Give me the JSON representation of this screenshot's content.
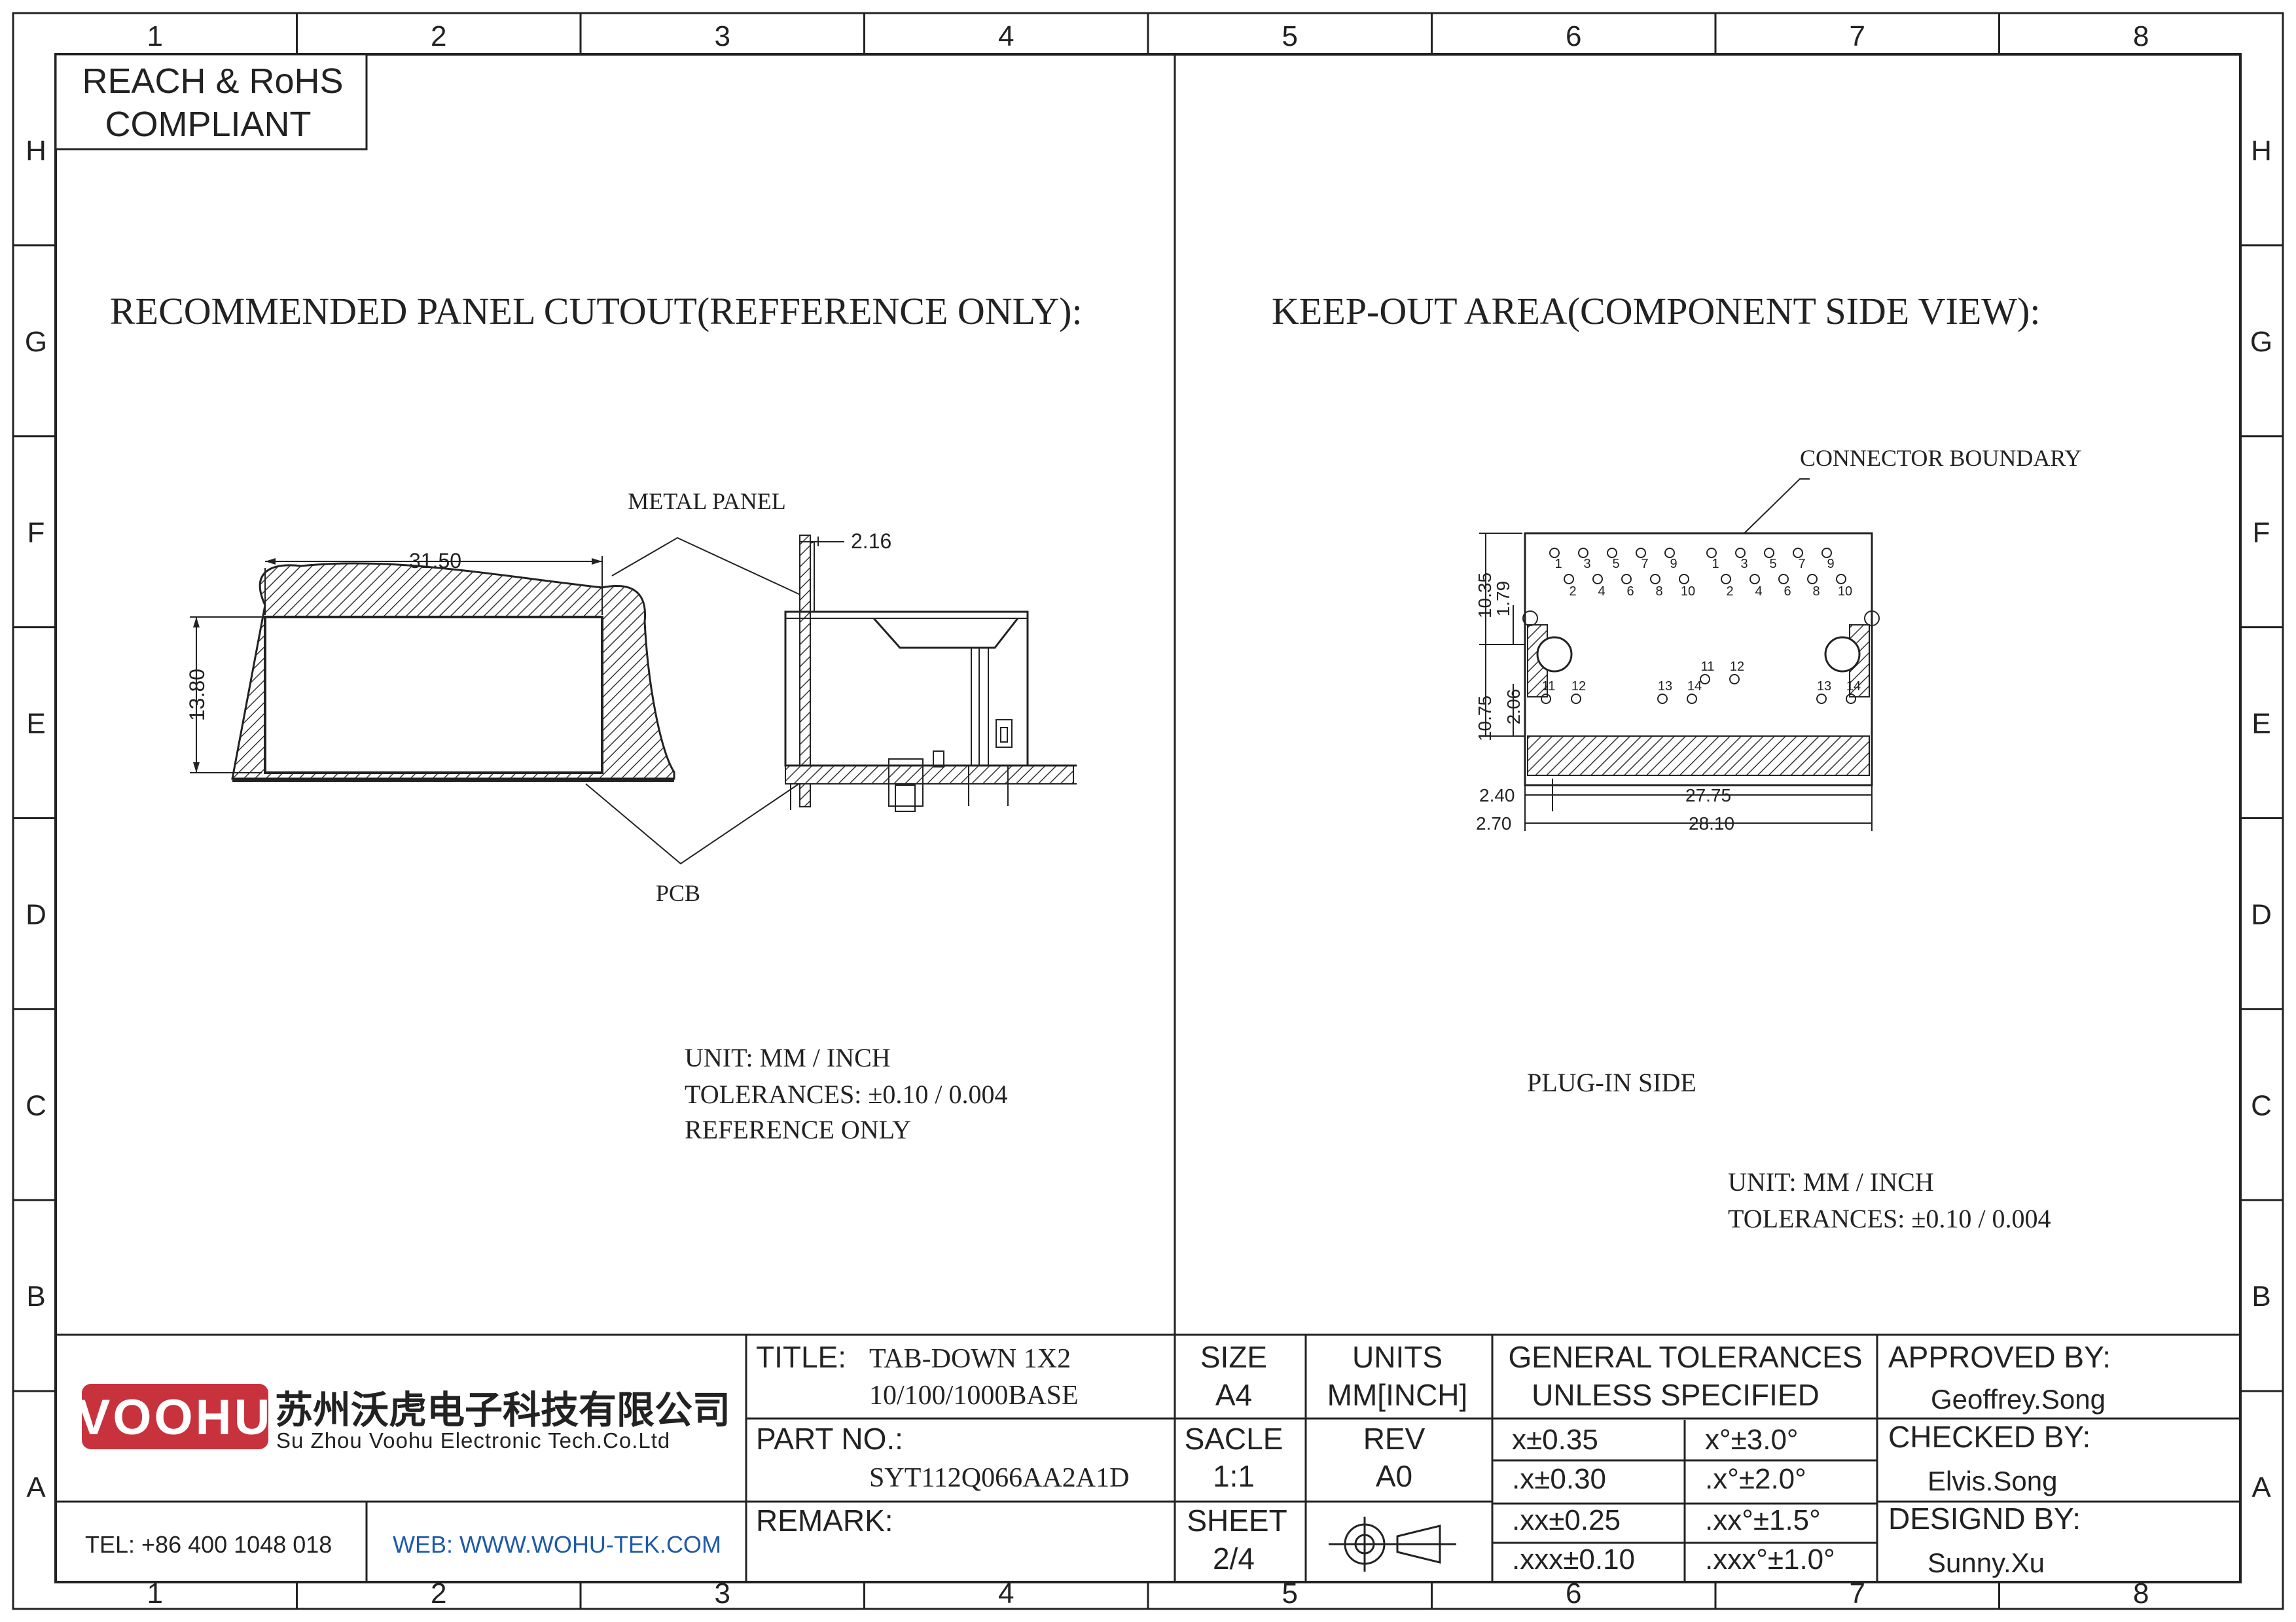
{
  "compliance": {
    "line1": "REACH & RoHS",
    "line2": "COMPLIANT"
  },
  "grid": {
    "columns": [
      "1",
      "2",
      "3",
      "4",
      "5",
      "6",
      "7",
      "8"
    ],
    "rows": [
      "H",
      "G",
      "F",
      "E",
      "D",
      "C",
      "B",
      "A"
    ]
  },
  "left_view": {
    "heading": "RECOMMENDED PANEL CUTOUT(REFFERENCE ONLY):",
    "metal_panel_label": "METAL PANEL",
    "pcb_label": "PCB",
    "dim_width": "31.50",
    "dim_height": "13.80",
    "dim_panel": "2.16",
    "notes": [
      "UNIT: MM / INCH",
      "TOLERANCES: ±0.10 / 0.004",
      "REFERENCE ONLY"
    ]
  },
  "right_view": {
    "heading": "KEEP-OUT AREA(COMPONENT SIDE VIEW):",
    "boundary_label": "CONNECTOR BOUNDARY",
    "plug_in_label": "PLUG-IN SIDE",
    "dims": {
      "d1": "10.35",
      "d2": "1.79",
      "d3": "10.75",
      "d4": "2.06",
      "d5": "2.40",
      "d6": "27.75",
      "d7": "2.70",
      "d8": "28.10"
    },
    "pin_labels_top_odd": [
      "1",
      "3",
      "5",
      "7",
      "9"
    ],
    "pin_labels_top_even": [
      "2",
      "4",
      "6",
      "8",
      "10"
    ],
    "pin_labels_mid": [
      "11",
      "12",
      "13",
      "14"
    ],
    "notes": [
      "UNIT: MM / INCH",
      "TOLERANCES: ±0.10 / 0.004"
    ]
  },
  "title_block": {
    "logo_text": "VOOHU",
    "company_cn": "苏州沃虎电子科技有限公司",
    "company_en": "Su Zhou Voohu Electronic Tech.Co.Ltd",
    "tel": "TEL: +86 400 1048 018",
    "web": "WEB: WWW.WOHU-TEK.COM",
    "title_label": "TITLE:",
    "title_line1": "TAB-DOWN 1X2",
    "title_line2": "10/100/1000BASE",
    "part_label": "PART NO.:",
    "part_no": "SYT112Q066AA2A1D",
    "remark_label": "REMARK:",
    "size_label": "SIZE",
    "size_value": "A4",
    "units_label": "UNITS",
    "units_value": "MM[INCH]",
    "scale_label": "SACLE",
    "scale_value": "1:1",
    "rev_label": "REV",
    "rev_value": "A0",
    "sheet_label": "SHEET",
    "sheet_value": "2/4",
    "gen_tol_line1": "GENERAL TOLERANCES",
    "gen_tol_line2": "UNLESS SPECIFIED",
    "tolerances": [
      [
        "x±0.35",
        "x°±3.0°"
      ],
      [
        ".x±0.30",
        ".x°±2.0°"
      ],
      [
        ".xx±0.25",
        ".xx°±1.5°"
      ],
      [
        ".xxx±0.10",
        ".xxx°±1.0°"
      ]
    ],
    "approved_label": "APPROVED BY:",
    "approved_by": "Geoffrey.Song",
    "checked_label": "CHECKED BY:",
    "checked_by": "Elvis.Song",
    "designed_label": "DESIGND BY:",
    "designed_by": "Sunny.Xu"
  },
  "colors": {
    "ink": "#222222",
    "logo_red": "#c8323c",
    "web_blue": "#1f5aa8"
  }
}
